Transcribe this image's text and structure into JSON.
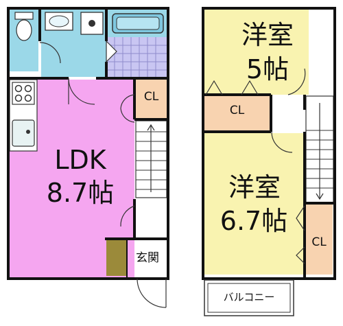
{
  "labels": {
    "ldk_name": "LDK",
    "ldk_size": "8.7帖",
    "room1_name": "洋室",
    "room1_size": "5帖",
    "room2_name": "洋室",
    "room2_size": "6.7帖",
    "cl": "CL",
    "entrance": "玄関",
    "balcony": "バルコニー"
  },
  "colors": {
    "ldk": "#f5a6f0",
    "western_room": "#f9f3b0",
    "closet": "#f8d3b0",
    "bath": "#9bd8e8",
    "bath_tile": "#c9c6f2",
    "entrance": "#9b8a3a",
    "wall": "#111111"
  }
}
